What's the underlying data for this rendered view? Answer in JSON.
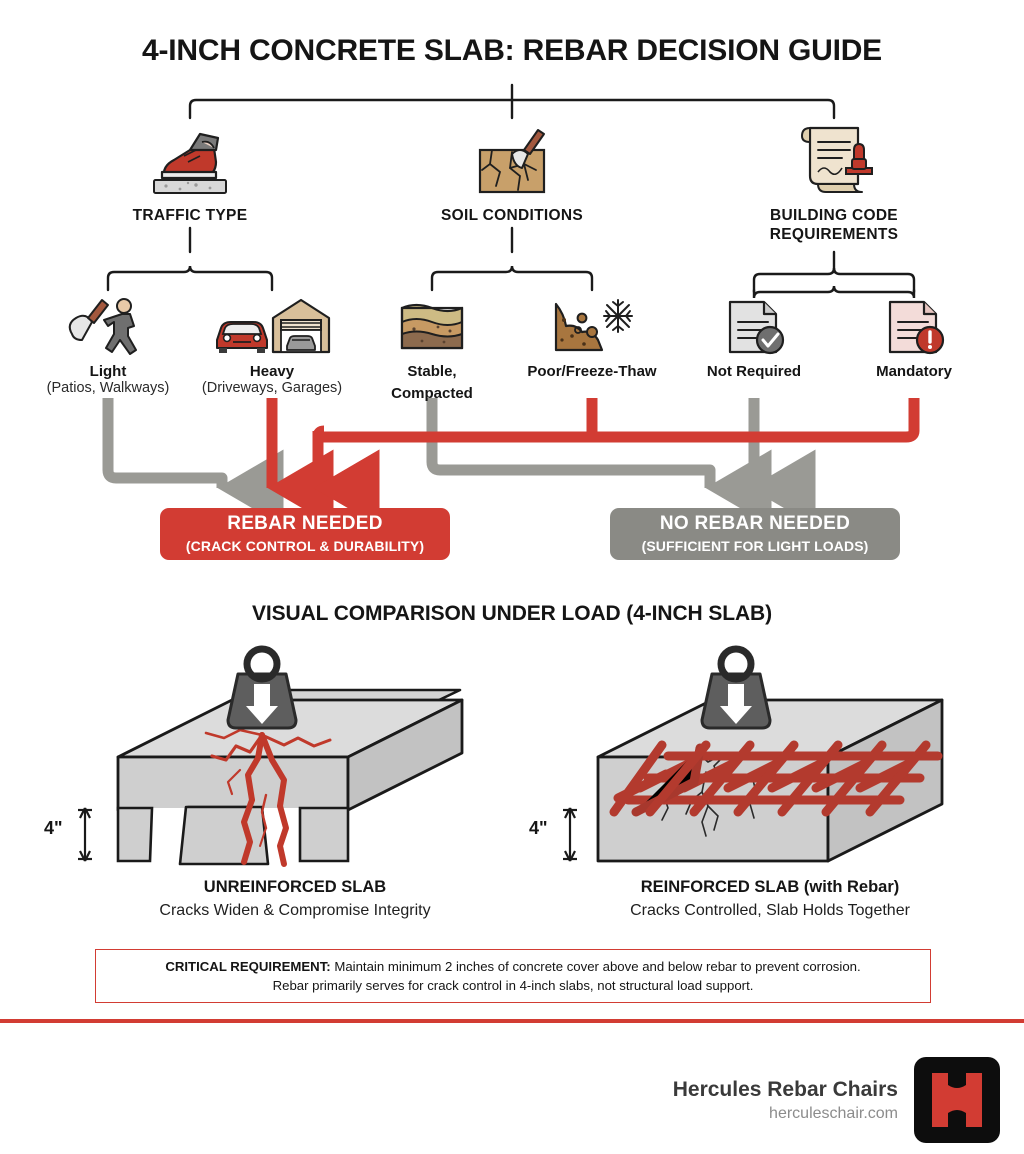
{
  "title": "4-INCH CONCRETE SLAB: REBAR DECISION GUIDE",
  "colors": {
    "red": "#d23c33",
    "gray": "#8a8a85",
    "arrow_gray": "#9a9a95",
    "ink": "#151515"
  },
  "branches": [
    {
      "label": "TRAFFIC TYPE",
      "icon": "boot-on-slab-icon"
    },
    {
      "label": "SOIL CONDITIONS",
      "icon": "cracked-soil-trowel-icon"
    },
    {
      "label": "BUILDING CODE\nREQUIREMENTS",
      "icon": "stamped-scroll-icon"
    }
  ],
  "branch_labels": {
    "traffic": "TRAFFIC TYPE",
    "soil": "SOIL CONDITIONS",
    "code_line1": "BUILDING CODE",
    "code_line2": "REQUIREMENTS"
  },
  "options": [
    {
      "title": "Light",
      "sub": "(Patios, Walkways)",
      "icon": "trowel-pedestrian-icon",
      "outcome": "no-rebar"
    },
    {
      "title": "Heavy",
      "sub": "(Driveways, Garages)",
      "icon": "car-garage-icon",
      "outcome": "rebar"
    },
    {
      "title": "Stable,",
      "sub": "Compacted",
      "icon": "soil-layers-icon",
      "outcome": "no-rebar"
    },
    {
      "title": "Poor/Freeze-Thaw",
      "sub": "",
      "icon": "eroding-slope-snowflake-icon",
      "outcome": "rebar"
    },
    {
      "title": "Not Required",
      "sub": "",
      "icon": "document-check-icon",
      "outcome": "no-rebar"
    },
    {
      "title": "Mandatory",
      "sub": "",
      "icon": "document-alert-icon",
      "outcome": "rebar"
    }
  ],
  "results": {
    "rebar": {
      "main": "REBAR NEEDED",
      "sub": "(CRACK CONTROL & DURABILITY)",
      "color": "#d23c33"
    },
    "no_rebar": {
      "main": "NO REBAR NEEDED",
      "sub": "(SUFFICIENT FOR LIGHT LOADS)",
      "color": "#8a8a85"
    }
  },
  "comparison": {
    "section_title": "VISUAL COMPARISON UNDER LOAD (4-INCH SLAB)",
    "thickness_label": "4\"",
    "left": {
      "caption_main": "UNREINFORCED SLAB",
      "caption_sub": "Cracks Widen & Compromise Integrity",
      "illustration": "cracked-unreinforced-slab-illustration"
    },
    "right": {
      "caption_main": "REINFORCED SLAB (with Rebar)",
      "caption_sub": "Cracks Controlled, Slab Holds Together",
      "illustration": "rebar-grid-reinforced-slab-illustration"
    }
  },
  "note": {
    "label": "CRITICAL REQUIREMENT:",
    "line1": " Maintain minimum 2 inches of concrete cover above and below rebar to prevent corrosion.",
    "line2": "Rebar primarily serves for crack control in 4-inch slabs, not structural load support."
  },
  "footer": {
    "brand": "Hercules Rebar Chairs",
    "url": "herculeschair.com",
    "logo": "hercules-h-logo"
  }
}
